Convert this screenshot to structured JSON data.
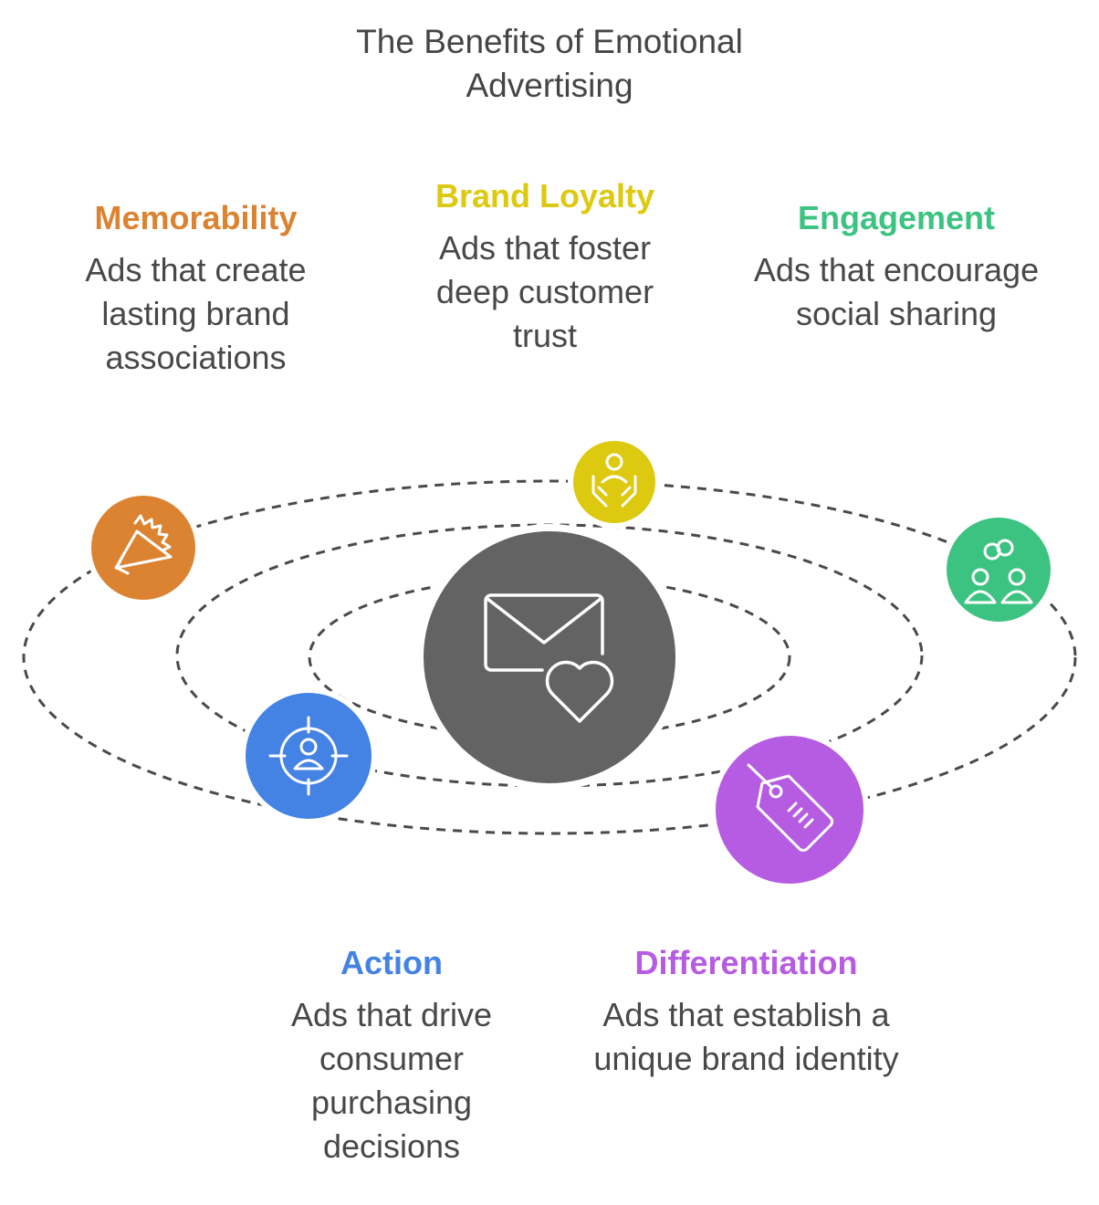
{
  "title": "The Benefits of Emotional Advertising",
  "center": {
    "icon": "envelope-heart-icon",
    "color": "#636363"
  },
  "items": [
    {
      "id": "memorability",
      "heading": "Memorability",
      "description": "Ads that create lasting brand associations",
      "color": "#DC8332",
      "icon": "megaphone-icon"
    },
    {
      "id": "brand-loyalty",
      "heading": "Brand Loyalty",
      "description": "Ads that foster deep customer trust",
      "color": "#DDC90F",
      "icon": "hands-person-icon"
    },
    {
      "id": "engagement",
      "heading": "Engagement",
      "description": "Ads that encourage social sharing",
      "color": "#3DC381",
      "icon": "people-link-icon"
    },
    {
      "id": "action",
      "heading": "Action",
      "description": "Ads that drive consumer purchasing decisions",
      "color": "#4482E4",
      "icon": "target-person-icon"
    },
    {
      "id": "differentiation",
      "heading": "Differentiation",
      "description": "Ads that establish a unique brand identity",
      "color": "#B65CE2",
      "icon": "price-tag-icon"
    }
  ]
}
